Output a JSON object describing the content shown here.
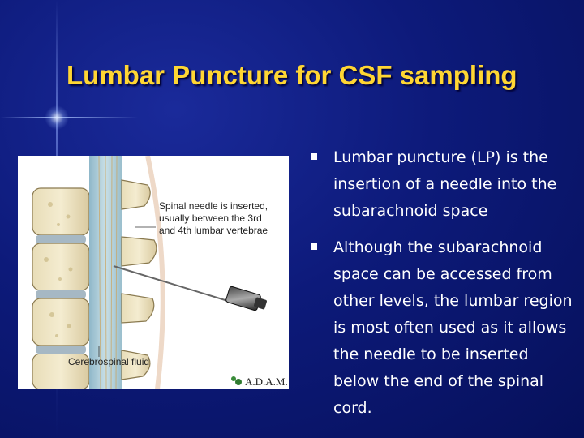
{
  "slide": {
    "title": "Lumbar Puncture for CSF sampling"
  },
  "figure": {
    "callout_top": [
      "Spinal needle is inserted,",
      "usually between the 3rd",
      "and 4th lumbar vertebrae"
    ],
    "callout_bottom": "Cerebrospinal fluid",
    "logo": "A.D.A.M."
  },
  "bullets": [
    {
      "text": "Lumbar puncture (LP) is the insertion of a needle into the subarachnoid space"
    },
    {
      "text": "Although the subarachnoid space can be accessed from other levels, the lumbar region is most often used as it allows the needle to be inserted below the end of the spinal cord."
    }
  ],
  "colors": {
    "background": "#0d1a7a",
    "title": "#ffd633",
    "text": "#ffffff"
  }
}
